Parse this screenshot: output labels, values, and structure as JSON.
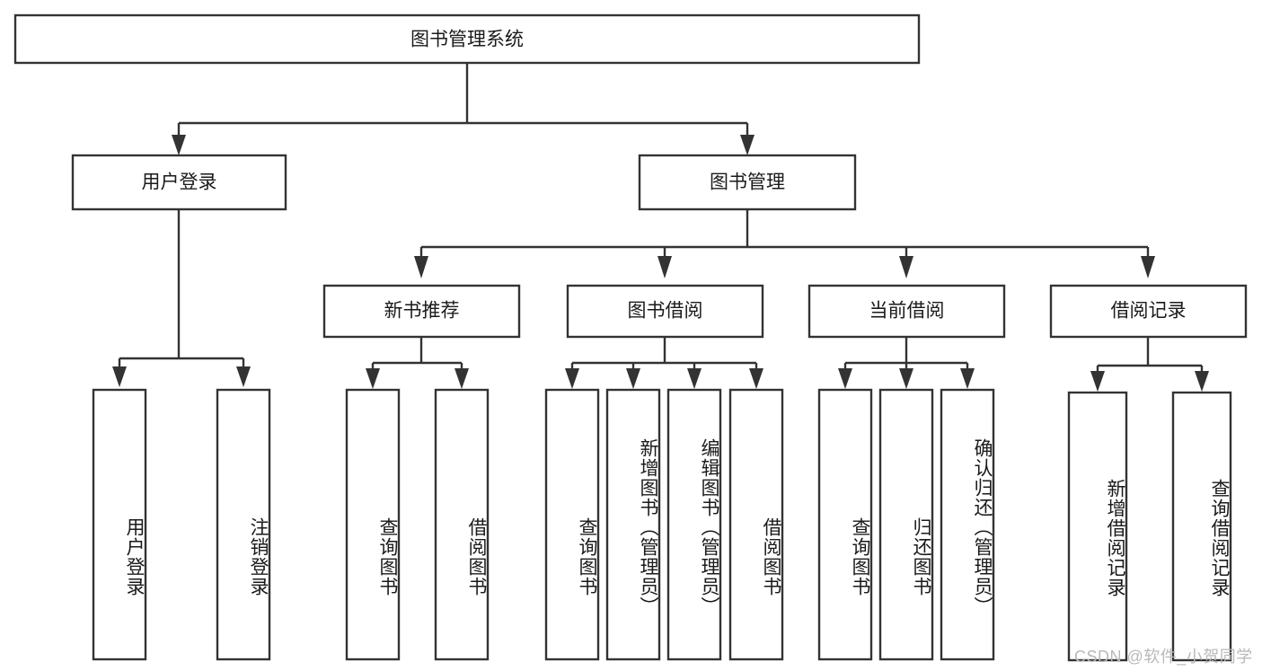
{
  "diagram": {
    "title": "图书管理系统",
    "type": "functional-structure-tree",
    "watermark": "CSDN @软件_小贺同学",
    "colors": {
      "box_stroke": "#333333",
      "box_fill": "#ffffff",
      "connector": "#333333",
      "text": "#1a1a1a",
      "watermark": "#b9b9b9",
      "background": "#ffffff"
    },
    "root": {
      "label": "图书管理系统"
    },
    "level2": [
      {
        "label": "用户登录"
      },
      {
        "label": "图书管理"
      }
    ],
    "level3": [
      {
        "label": "新书推荐"
      },
      {
        "label": "图书借阅"
      },
      {
        "label": "当前借阅"
      },
      {
        "label": "借阅记录"
      }
    ],
    "leaves": {
      "user_login": [
        {
          "label": "用户登录"
        },
        {
          "label": "注销登录"
        }
      ],
      "new_book_recommend": [
        {
          "label": "查询图书"
        },
        {
          "label": "借阅图书"
        }
      ],
      "book_borrow": [
        {
          "label": "查询图书"
        },
        {
          "label": "新增图书（管理员）"
        },
        {
          "label": "编辑图书（管理员）"
        },
        {
          "label": "借阅图书"
        }
      ],
      "current_borrow": [
        {
          "label": "查询图书"
        },
        {
          "label": "归还图书"
        },
        {
          "label": "确认归还（管理员）"
        }
      ],
      "borrow_record": [
        {
          "label": "新增借阅记录"
        },
        {
          "label": "查询借阅记录"
        }
      ]
    }
  }
}
